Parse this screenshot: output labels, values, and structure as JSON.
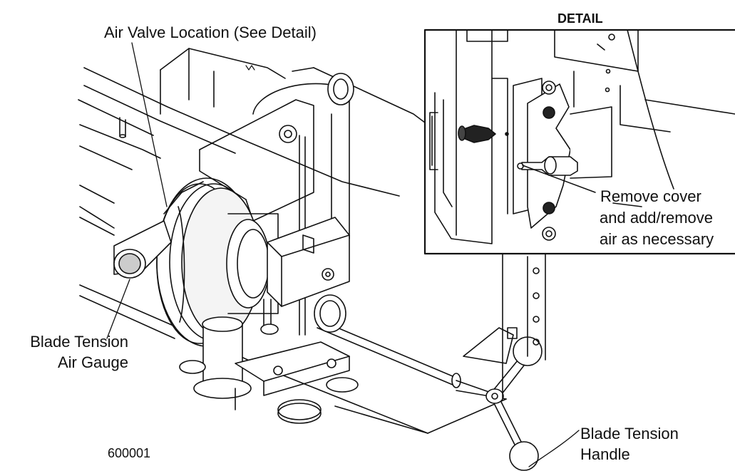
{
  "figure": {
    "detail_title": "DETAIL",
    "callouts": {
      "air_valve_location": "Air Valve Location (See Detail)",
      "remove_cover_l1": "Remove cover",
      "remove_cover_l2": "and add/remove",
      "remove_cover_l3": "air as necessary",
      "gauge_l1": "Blade Tension",
      "gauge_l2": "Air Gauge",
      "handle_l1": "Blade Tension",
      "handle_l2": "Handle"
    },
    "part_number": "600001"
  },
  "colors": {
    "line": "#111111",
    "background": "#ffffff",
    "shade": "#d9d9d9",
    "dark": "#222222"
  }
}
